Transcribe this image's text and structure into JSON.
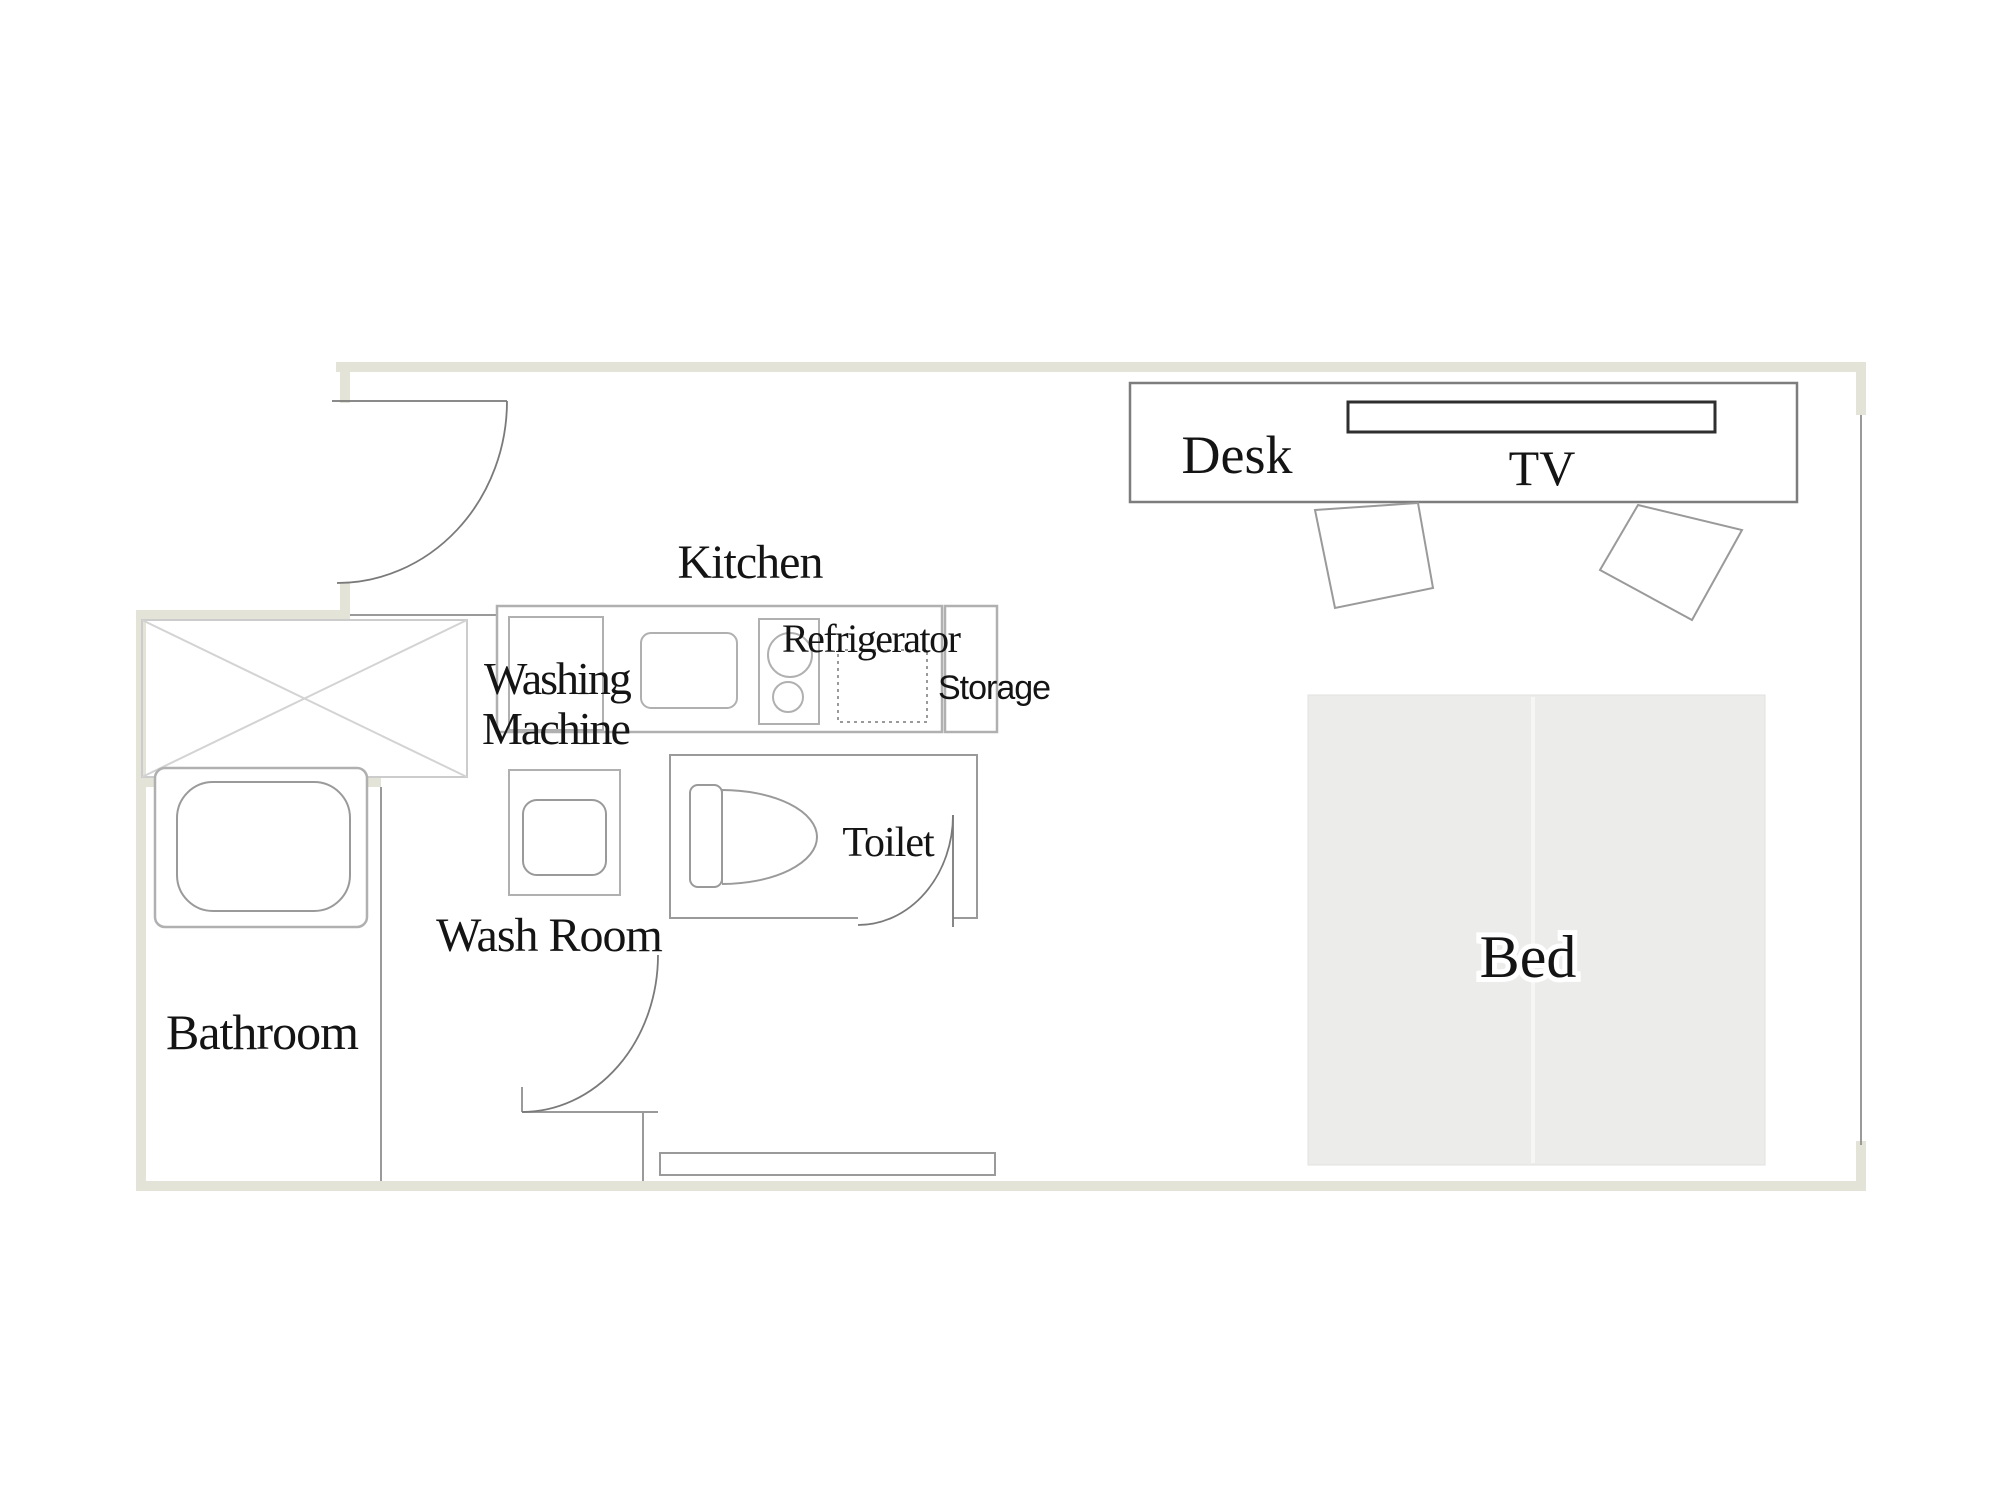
{
  "title": "Studio room floor plan",
  "colors": {
    "background": "#ffffff",
    "wall": "#e4e3d7",
    "thin_line": "#9a9a9a",
    "light_line": "#cccccc",
    "fixture_line": "#b0b0b0",
    "dark_line": "#2f2f2f",
    "bed_fill": "#ececeb",
    "bed_seam": "#f6f6f4",
    "text": "#141414"
  },
  "labels": {
    "kitchen": "Kitchen",
    "refrigerator": "Refrigerator",
    "storage": "Storage",
    "washing_line1": "Washing",
    "washing_line2": "Machine",
    "toilet": "Toilet",
    "wash_room": "Wash Room",
    "bathroom": "Bathroom",
    "desk": "Desk",
    "tv": "TV",
    "bed": "Bed"
  }
}
